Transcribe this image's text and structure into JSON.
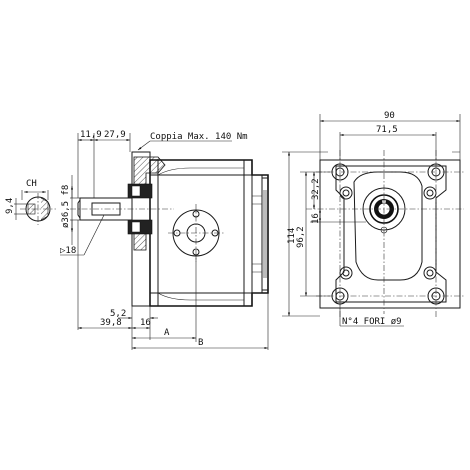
{
  "labels": {
    "ch": "CH",
    "key_width": "9,4",
    "shaft_diameter": "ø36,5 f8",
    "shaft_length": "▷18",
    "dim_11_9": "11,9",
    "dim_27_9": "27,9",
    "torque": "Coppia Max. 140 Nm",
    "dim_5_2": "5,2",
    "dim_39_8": "39,8",
    "dim_16_bottom": "16",
    "dim_a": "A",
    "dim_b": "B",
    "dim_90": "90",
    "dim_71_5": "71,5",
    "dim_114": "114",
    "dim_96_2": "96,2",
    "dim_32_2": "32,2",
    "dim_16_port": "16",
    "holes": "N°4 FORI ø9"
  }
}
